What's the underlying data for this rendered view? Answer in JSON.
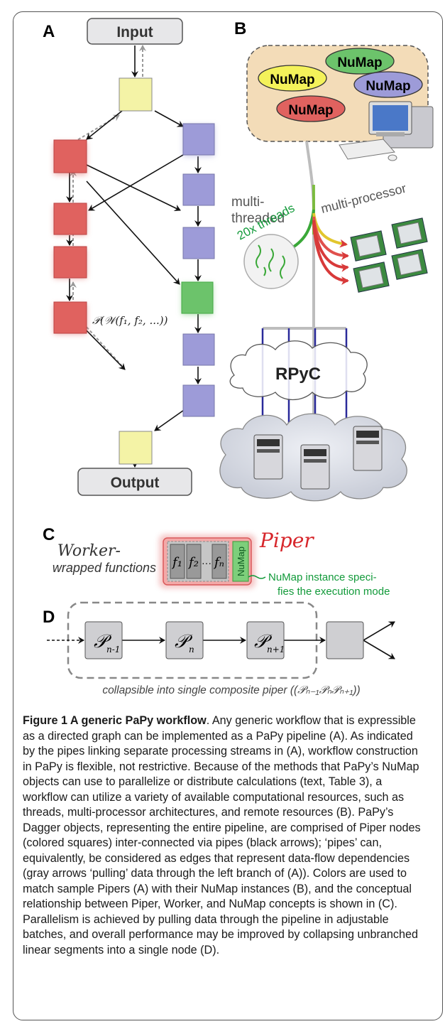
{
  "panels": {
    "a": {
      "label": "A",
      "input": "Input",
      "output": "Output",
      "formula": "𝒫(𝒲(f₁, f₂, ...))"
    },
    "b": {
      "label": "B",
      "numaps": [
        "NuMap",
        "NuMap",
        "NuMap",
        "NuMap"
      ],
      "multi_threaded": [
        "multi-",
        "threaded"
      ],
      "threads_label": "20x threads",
      "multi_processor": "multi-processor",
      "rpyc": "RPyC"
    },
    "c": {
      "label": "C",
      "worker_line1": "Worker-",
      "worker_line2": "wrapped functions",
      "functions": [
        "f₁",
        "f₂",
        "···",
        "fₙ"
      ],
      "numap_tag": "NuMap",
      "piper": "Piper",
      "note_line1": "NuMap instance speci-",
      "note_line2": "fies the execution mode"
    },
    "d": {
      "label": "D",
      "pipers": [
        "𝒫",
        "𝒫",
        "𝒫"
      ],
      "subscripts": [
        "n-1",
        "n",
        "n+1"
      ],
      "note": "collapsible into single composite piper ((𝒫ₙ₋₁𝒫ₙ𝒫ₙ₊₁))"
    }
  },
  "caption": {
    "title": "Figure 1 A generic PaPy workflow",
    "body": ". Any generic workflow that is expressible as a directed graph can be implemented as a PaPy pipeline (A). As indicated by the pipes linking separate processing streams in (A), workflow construction in PaPy is flexible, not restrictive. Because of the methods that PaPy’s NuMap objects can use to parallelize or distribute calculations (text, Table 3), a workflow can utilize a variety of available computational resources, such as threads, multi-processor architectures, and remote resources (B). PaPy’s Dagger objects, representing the entire pipeline, are comprised of Piper nodes (colored squares) inter-connected via pipes (black arrows); ‘pipes’ can, equivalently, be considered as edges that represent data-flow dependencies (gray arrows ‘pulling’ data through the left branch of (A)). Colors are used to match sample Pipers (A) with their NuMap instances (B), and the conceptual relationship between Piper, Worker, and NuMap concepts is shown in (C). Parallelism is achieved by pulling data through the pipeline in adjustable batches, and overall performance may be improved by collapsing unbranched linear segments into a single node (D)."
  },
  "colors": {
    "yellow": "#f4f3a6",
    "red": "#e0625f",
    "blue": "#9d9bd8",
    "green": "#6cc36b",
    "beige": "#f3dcb8",
    "piper_red": "#d7262b",
    "numap_green": "#129a3a"
  }
}
